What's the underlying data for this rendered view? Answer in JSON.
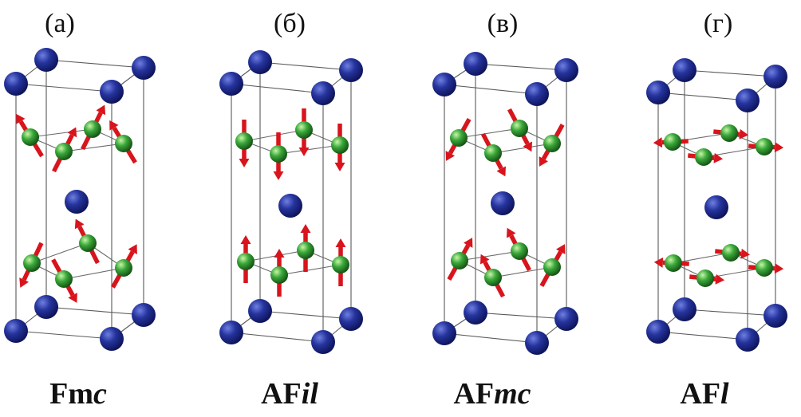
{
  "figure": {
    "panels": [
      {
        "letter": "(а)",
        "caption_main": "Fm",
        "caption_italic": "c",
        "ordering": "ferromagnetic, spins canted out of plane"
      },
      {
        "letter": "(б)",
        "caption_main": "AF",
        "caption_italic": "il",
        "ordering": "antiferromagnetic, spins along c-axis"
      },
      {
        "letter": "(в)",
        "caption_main": "AF",
        "caption_italic": "mc",
        "ordering": "antiferromagnetic, canted spins"
      },
      {
        "letter": "(г)",
        "caption_main": "AF",
        "caption_italic": "l",
        "ordering": "antiferromagnetic, in-plane spins"
      }
    ],
    "colors": {
      "blue_atom": "#1e2a8c",
      "green_atom": "#2e9a2e",
      "spin_arrow": "#d8141c",
      "cell_edges": "#5a5a5a"
    }
  }
}
